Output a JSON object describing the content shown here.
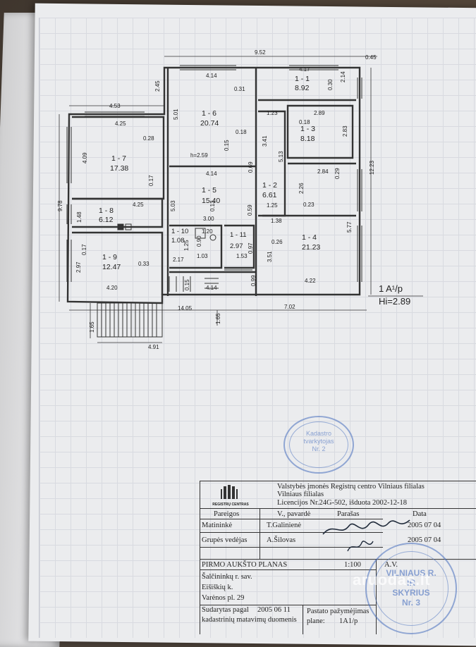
{
  "plan": {
    "dimensions": {
      "top_total": "9.52",
      "top_right_ext": "0.45",
      "left_upper": "4.53",
      "left_total": "9.78",
      "bottom_left": "14.05",
      "bottom_right": "7.02",
      "right_total": "12.23",
      "stairs_height": "1.65",
      "stairs_height2": "1.65",
      "stairs_width": "4.91",
      "d_2_45": "2.45",
      "d_4_14a": "4.14",
      "d_4_17": "4.17",
      "d_0_31": "0.31",
      "d_0_30": "0.30",
      "d_2_14": "2.14",
      "d_5_01": "5.01",
      "d_4_25a": "4.25",
      "d_0_28": "0.28",
      "d_4_09": "4.09",
      "d_0_18a": "0.18",
      "d_0_15a": "0.15",
      "d_h259": "h=2.59",
      "d_1_23": "1.23",
      "d_2_89": "2.89",
      "d_0_18b": "0.18",
      "d_2_83": "2.83",
      "d_3_41": "3.41",
      "d_5_13": "5.13",
      "d_4_14b": "4.14",
      "d_0_69": "0.69",
      "d_0_17a": "0.17",
      "d_2_84": "2.84",
      "d_0_29": "0.29",
      "d_2_26": "2.26",
      "d_0_23": "0.23",
      "d_5_03": "5.03",
      "d_0_13": "0.13",
      "d_1_25a": "1.25",
      "d_1_48": "1.48",
      "d_4_25b": "4.25",
      "d_3_00": "3.00",
      "d_0_59": "0.59",
      "d_1_38": "1.38",
      "d_5_77": "5.77",
      "d_0_17b": "0.17",
      "d_1_20": "1.20",
      "d_0_90": "0.90",
      "d_0_26": "0.26",
      "d_2_97a": "2.97",
      "d_0_33": "0.33",
      "d_1_25b": "1.25",
      "d_1_03": "1.03",
      "d_1_53": "1.53",
      "d_0_97": "0.97",
      "d_3_51": "3.51",
      "d_2_17": "2.17",
      "d_4_20": "4.20",
      "d_0_15b": "0.15",
      "d_4_14c": "4.14",
      "d_0_99": "0.99",
      "d_4_22": "4.22"
    },
    "rooms": [
      {
        "id": "1 - 1",
        "area": "8.92"
      },
      {
        "id": "1 - 2",
        "area": "6.61"
      },
      {
        "id": "1 - 3",
        "area": "8.18"
      },
      {
        "id": "1 - 4",
        "area": "21.23"
      },
      {
        "id": "1 - 5",
        "area": "15.40"
      },
      {
        "id": "1 - 6",
        "area": "20.74"
      },
      {
        "id": "1 - 7",
        "area": "17.38"
      },
      {
        "id": "1 - 8",
        "area": "6.12"
      },
      {
        "id": "1 - 9",
        "area": "12.47"
      },
      {
        "id": "1 - 10",
        "area": "1.08"
      },
      {
        "id": "1 - 11",
        "area": "2.97"
      }
    ],
    "floor_label": "1 A¹/p",
    "height_label": "Hi=2.89"
  },
  "title_block": {
    "org_line1": "Valstybės įmonės Registrų centro Vilniaus filialas",
    "org_line2": "Vilniaus filialas",
    "org_line3": "Licencijos Nr.24G-502, išduota 2002-12-18",
    "logo_caption": "REGISTRŲ CENTRAS",
    "header_position": "Pareigos",
    "header_name": "V., pavardė",
    "header_signature": "Parašas",
    "header_date": "Data",
    "row1_role": "Matininkė",
    "row1_name": "T.Galinienė",
    "row1_date": "2005 07 04",
    "row2_role": "Grupės vedėjas",
    "row2_name": "A.Šilovas",
    "row2_date": "2005 07 04",
    "plan_title": "PIRMO AUKŠTO PLANAS",
    "scale": "1:100",
    "av": "A.V.",
    "address1": "Šalčininkų r. sav.",
    "address2": "Eišiškių k.",
    "address3": "Varėnos pl. 29",
    "compiled_label1": "Sudarytas pagal",
    "compiled_date": "2005 06 11",
    "compiled_label2": "kadastrinių matavimų duomenis",
    "page_label1": "Pastato pažymėjimas",
    "page_label2": "plane:",
    "page_value": "1A1/p"
  },
  "stamps": {
    "stamp1_lines": [
      "Kadastro",
      "tvarkytojas",
      "Nr. 2"
    ],
    "stamp2_lines": [
      "VILNIAUS R.",
      "IR",
      "SKYRIUS",
      "Nr. 3"
    ]
  },
  "watermark": "aruodas.lt"
}
